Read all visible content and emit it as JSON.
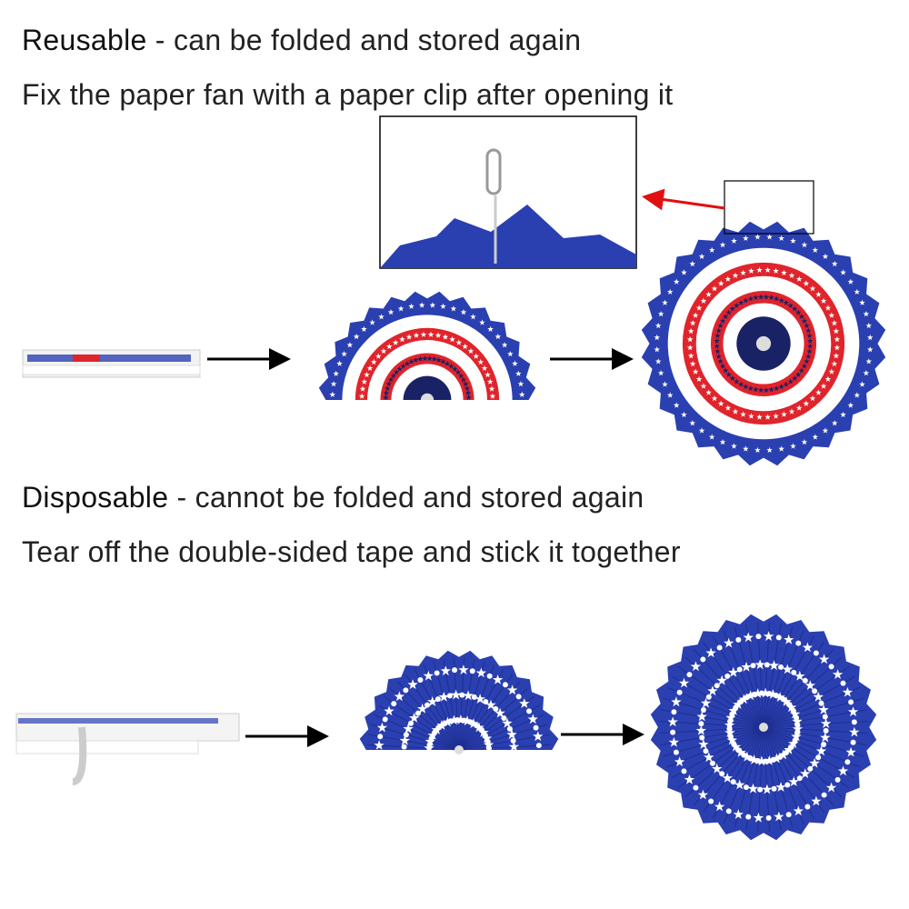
{
  "reusable": {
    "heading_strong": "Reusable",
    "heading_rest": " - can be folded and stored again",
    "instruction": "Fix the paper fan with a paper clip after opening it"
  },
  "disposable": {
    "heading_strong": "Disposable",
    "heading_rest": " - cannot be folded and stored again",
    "instruction": "Tear off the double-sided tape and stick it together"
  },
  "colors": {
    "blue": "#2a3fb0",
    "red": "#e0242c",
    "navy": "#1a2266",
    "white": "#ffffff",
    "callout_arrow": "#e01010"
  }
}
